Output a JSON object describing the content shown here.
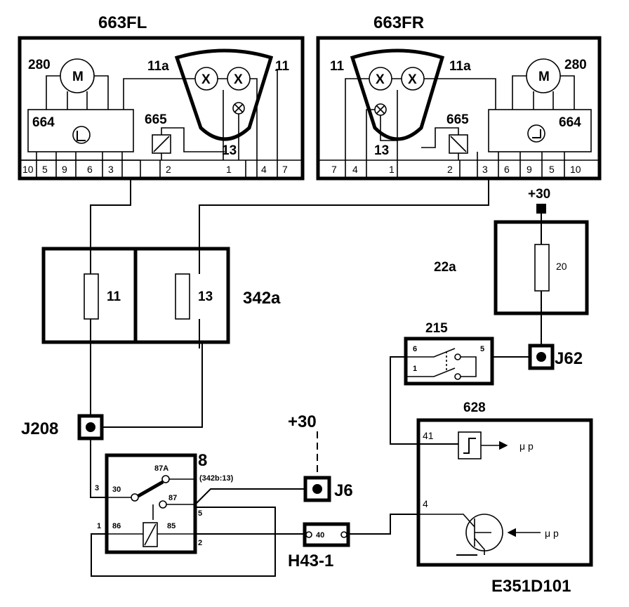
{
  "module_fl": {
    "title": "663FL",
    "motor_id": "280",
    "motor_symbol": "M",
    "actuator_id": "664",
    "relay_id": "665",
    "lamp_pins": [
      "11a",
      "11"
    ],
    "lamp_common": "13",
    "pins": [
      "10",
      "5",
      "9",
      "6",
      "3",
      "2",
      "1",
      "4",
      "7"
    ]
  },
  "module_fr": {
    "title": "663FR",
    "motor_id": "280",
    "motor_symbol": "M",
    "actuator_id": "664",
    "relay_id": "665",
    "lamp_pins": [
      "11",
      "11a"
    ],
    "lamp_common": "13",
    "pins": [
      "7",
      "4",
      "1",
      "2",
      "3",
      "6",
      "9",
      "5",
      "10"
    ]
  },
  "fuse_box_342a": {
    "label": "342a",
    "fuses": [
      "11",
      "13"
    ]
  },
  "fuse_box_22a": {
    "label": "22a",
    "supply": "+30",
    "fuse": "20"
  },
  "switch_215": {
    "label": "215",
    "pins": [
      "6",
      "5",
      "1"
    ]
  },
  "module_628": {
    "label": "628",
    "pins": [
      "41",
      "4"
    ],
    "mu_labels": [
      "μ p",
      "μ p"
    ]
  },
  "relay_8": {
    "label": "8",
    "ref": "(342b:13)",
    "terminals": [
      "87A",
      "30",
      "87",
      "86",
      "85"
    ],
    "pins": [
      "3",
      "5",
      "1",
      "2"
    ]
  },
  "junctions": {
    "j208": "J208",
    "j6": "J6",
    "j62": "J62",
    "j6_supply": "+30"
  },
  "connector_h43": {
    "label": "H43-1",
    "pin": "40"
  },
  "drawing_id": "E351D101"
}
